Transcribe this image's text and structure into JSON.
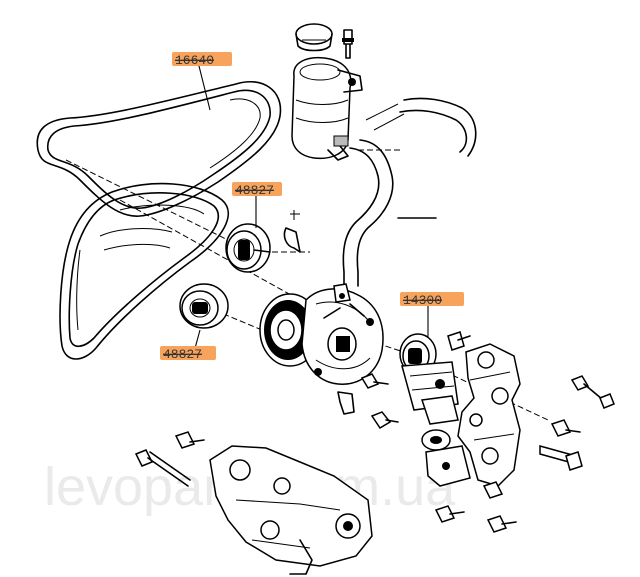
{
  "callouts": [
    {
      "id": "belt",
      "label": "16640"
    },
    {
      "id": "idler-upper",
      "label": "48827"
    },
    {
      "id": "idler-lower",
      "label": "48827"
    },
    {
      "id": "tensioner",
      "label": "14300"
    }
  ],
  "watermark": "levoparts.com.ua",
  "colors": {
    "callout_highlight": "#f7a35c",
    "line": "#000000",
    "watermark": "#d9d9d9"
  }
}
